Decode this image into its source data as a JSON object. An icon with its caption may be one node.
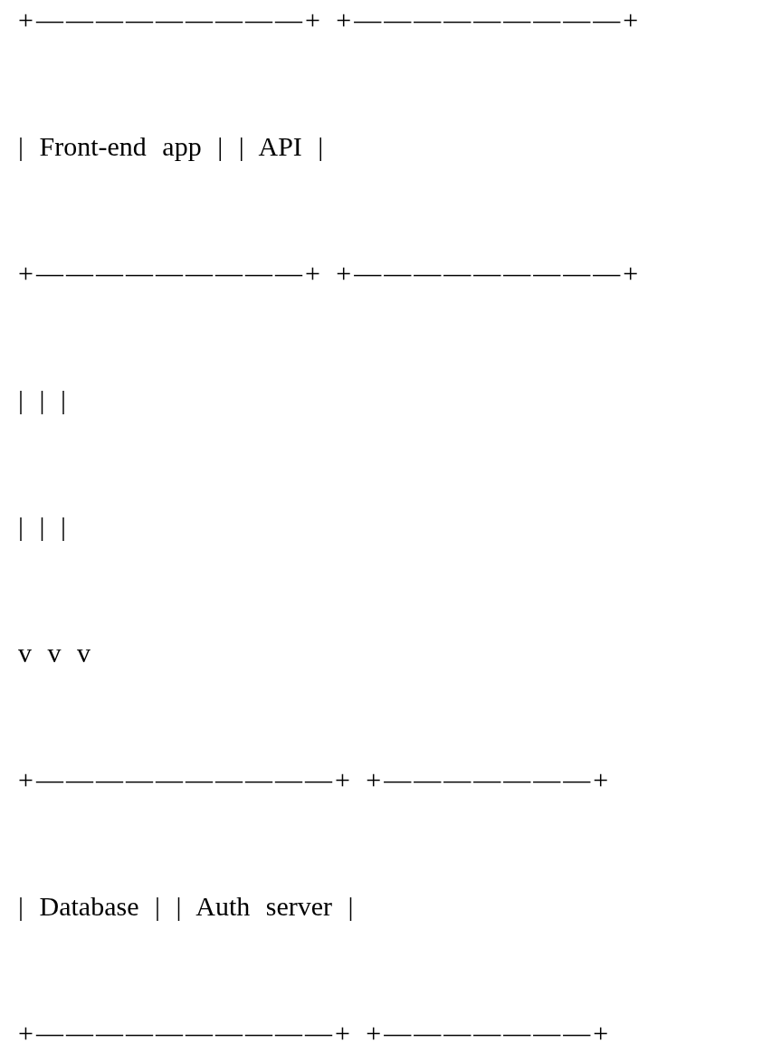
{
  "diagram": {
    "labels": [
      "+—————————+ +—————————+",
      "| Front-end app | | API |",
      "+—————————+ +—————————+",
      "| | |",
      "| | |",
      "v v v",
      "+——————————+ +———————+",
      "| Database | | Auth server |",
      "+——————————+ +———————+"
    ]
  }
}
